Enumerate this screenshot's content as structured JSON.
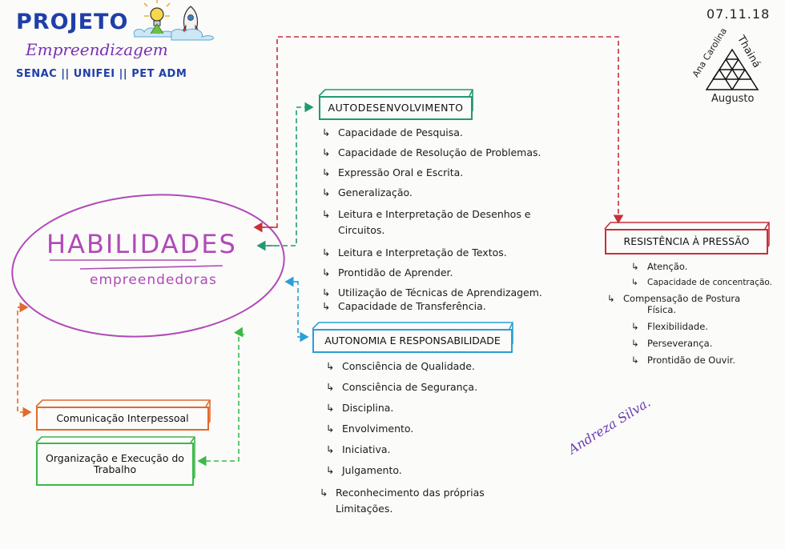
{
  "header": {
    "title": "PROJETO",
    "subtitle": "Empreendizagem",
    "orgs": "SENAC || UNIFEI || PET ADM",
    "date": "07.11.18"
  },
  "authors": [
    "Ana Carolina",
    "Thainá",
    "Augusto"
  ],
  "signature": "Andreza Silva.",
  "center": {
    "title": "HABILIDADES",
    "subtitle": "empreendedoras"
  },
  "colors": {
    "center": "#b04ab8",
    "autodesenvolvimento": "#1f9a74",
    "autonomia": "#2a9fd8",
    "resistencia": "#c8303a",
    "comunicacao": "#e06a2c",
    "organizacao": "#3cb84a"
  },
  "arrow_glyph": "↳",
  "branches": {
    "autodesenvolvimento": {
      "title": "AUTODESENVOLVIMENTO",
      "items": [
        "Capacidade de Pesquisa.",
        "Capacidade de Resolução de Problemas.",
        "Expressão Oral e Escrita.",
        "Generalização.",
        "Leitura e Interpretação de Desenhos e Circuitos.",
        "Leitura e Interpretação de Textos.",
        "Prontidão de Aprender.",
        "Utilização de Técnicas de Aprendizagem.",
        "Capacidade de Transferência."
      ]
    },
    "autonomia": {
      "title": "AUTONOMIA E RESPONSABILIDADE",
      "items": [
        "Consciência de Qualidade.",
        "Consciência de Segurança.",
        "Disciplina.",
        "Envolvimento.",
        "Iniciativa.",
        "Julgamento.",
        "Reconhecimento das próprias Limitações."
      ]
    },
    "resistencia": {
      "title": "RESISTÊNCIA À PRESSÃO",
      "items": [
        "Atenção.",
        "Capacidade de concentração.",
        "Compensação de Postura Física.",
        "Flexibilidade.",
        "Perseverança.",
        "Prontidão de Ouvir."
      ]
    },
    "comunicacao": {
      "title": "Comunicação Interpessoal"
    },
    "organizacao": {
      "title": "Organização e Execução do Trabalho"
    }
  }
}
